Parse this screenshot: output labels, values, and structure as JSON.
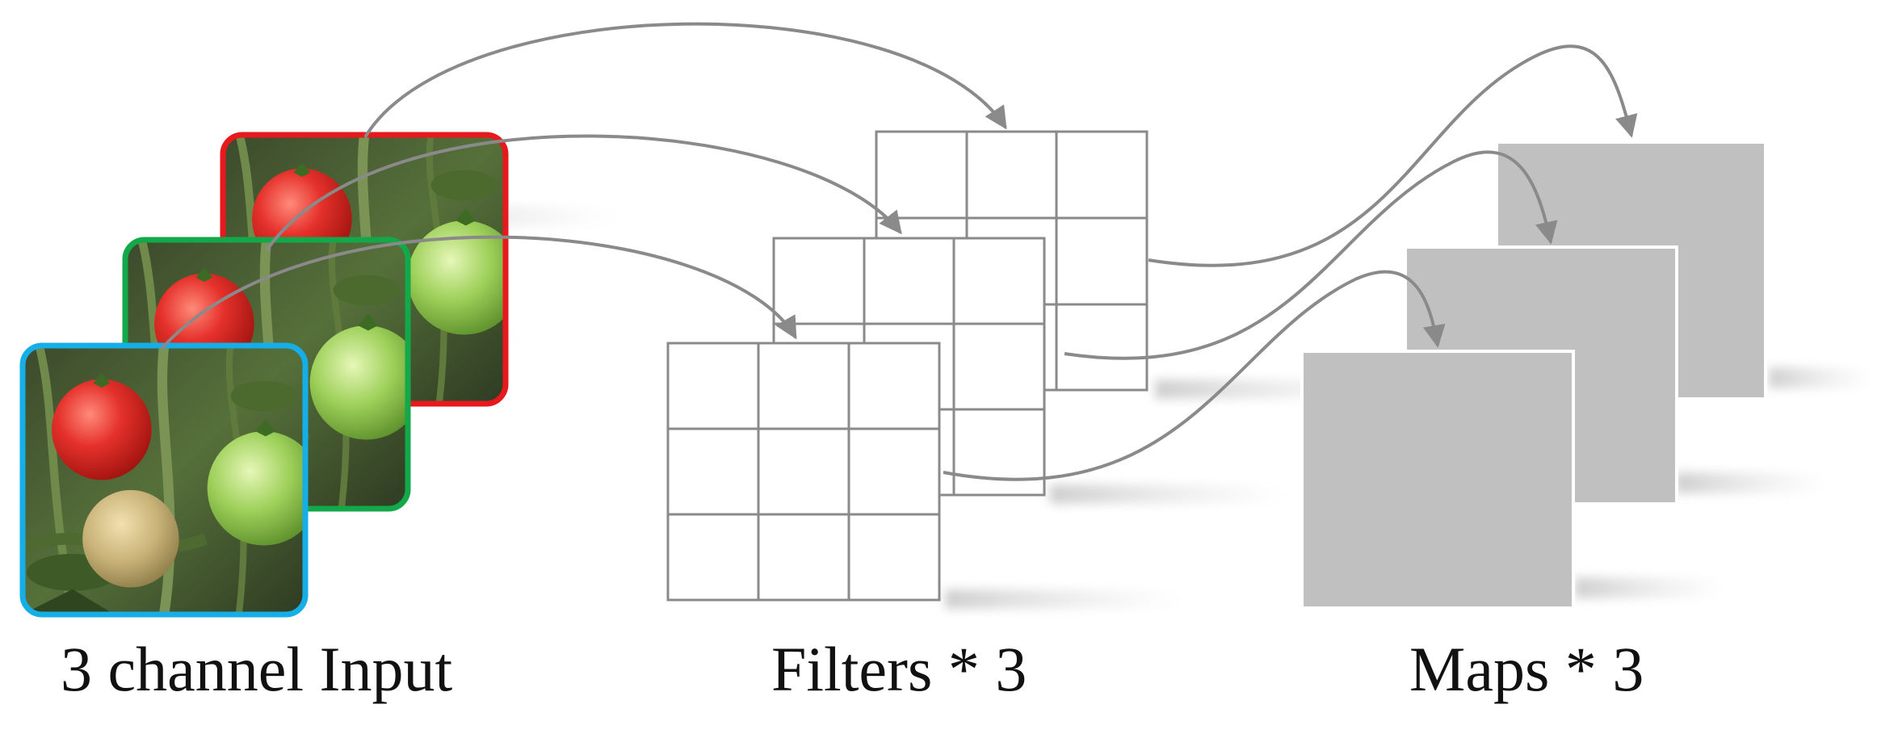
{
  "labels": {
    "input": "3 channel Input",
    "filters": "Filters * 3",
    "maps": "Maps * 3"
  },
  "input_channels": [
    {
      "channel": "red",
      "border_color": "#e8191c"
    },
    {
      "channel": "green",
      "border_color": "#13a84a"
    },
    {
      "channel": "blue",
      "border_color": "#15aee6"
    }
  ],
  "filters": {
    "count": 3,
    "grid": "3x3",
    "line_color": "#8a8a8a"
  },
  "maps": {
    "count": 3,
    "fill_color": "#c0c0c0"
  },
  "arrow_color": "#8a8a8a",
  "icons": [
    "tomato-photo",
    "arrow-head"
  ]
}
